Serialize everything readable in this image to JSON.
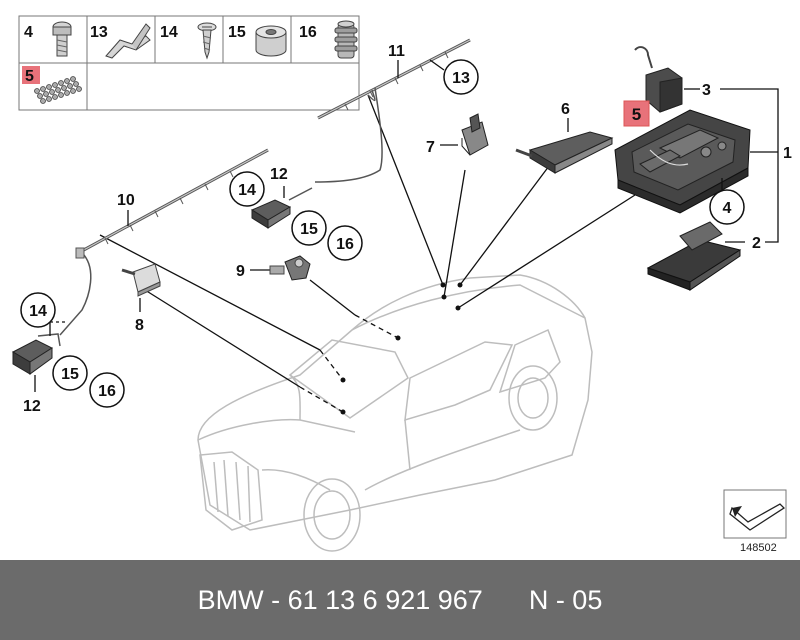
{
  "header_parts": [
    {
      "num": "4",
      "icon": "cap-screw-icon"
    },
    {
      "num": "13",
      "icon": "clip-icon"
    },
    {
      "num": "14",
      "icon": "self-tapping-screw-icon"
    },
    {
      "num": "15",
      "icon": "spacer-bushing-icon"
    },
    {
      "num": "16",
      "icon": "grommet-icon"
    }
  ],
  "kit_label": "5",
  "callouts": {
    "c1": "1",
    "c2": "2",
    "c3": "3",
    "c4": "4",
    "c5": "5",
    "c6": "6",
    "c7": "7",
    "c8": "8",
    "c9": "9",
    "c10": "10",
    "c11": "11",
    "c13_top": "13",
    "c12_upper": "12",
    "c14_upper": "14",
    "c15_upper": "15",
    "c16_upper": "16",
    "c14_lower": "14",
    "c15_lower": "15",
    "c16_lower": "16",
    "c12_lower": "12"
  },
  "drawing_number": "148502",
  "footer": {
    "brand_part": "BMW - 61 13 6 921 967",
    "revision": "N - 05"
  },
  "colors": {
    "highlight": "#e8727a",
    "footer_bg": "#6b6b6b",
    "car_outline": "#bdbdbd"
  }
}
